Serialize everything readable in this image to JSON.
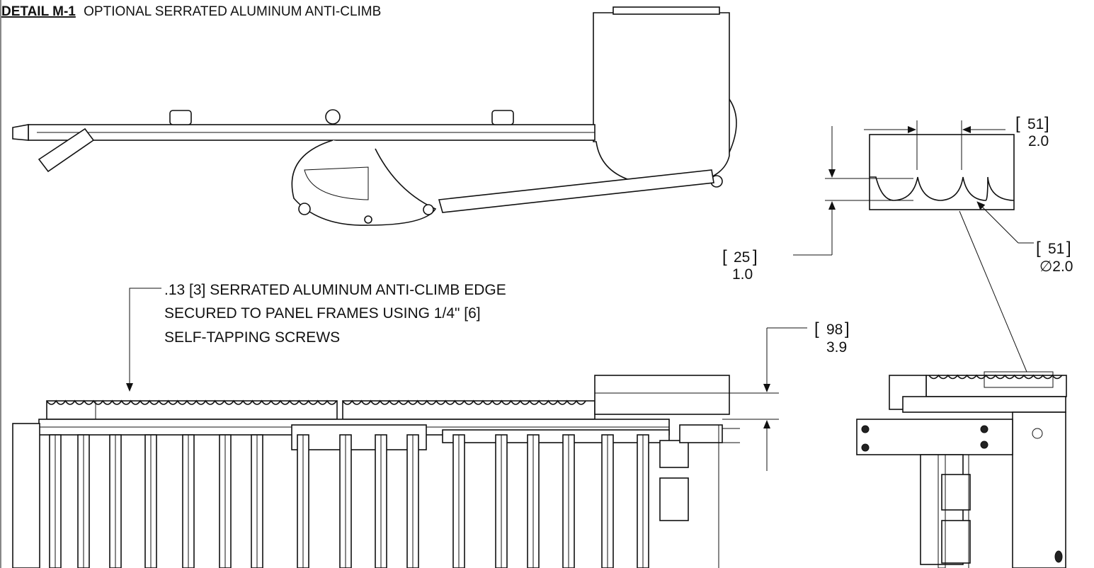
{
  "header": {
    "detail_label": "DETAIL M-1",
    "detail_title": "OPTIONAL SERRATED ALUMINUM ANTI-CLIMB"
  },
  "callout": {
    "line1": ".13 [3] SERRATED ALUMINUM ANTI-CLIMB EDGE",
    "line2": "SECURED TO PANEL FRAMES USING 1/4\" [6]",
    "line3": "SELF-TAPPING SCREWS"
  },
  "dimensions": {
    "spacing_mm": "51",
    "spacing_in": "2.0",
    "depth_mm": "25",
    "depth_in": "1.0",
    "diameter_mm": "51",
    "diameter_in": "2.0",
    "diameter_symbol": "∅",
    "height_mm": "98",
    "height_in": "3.9"
  }
}
